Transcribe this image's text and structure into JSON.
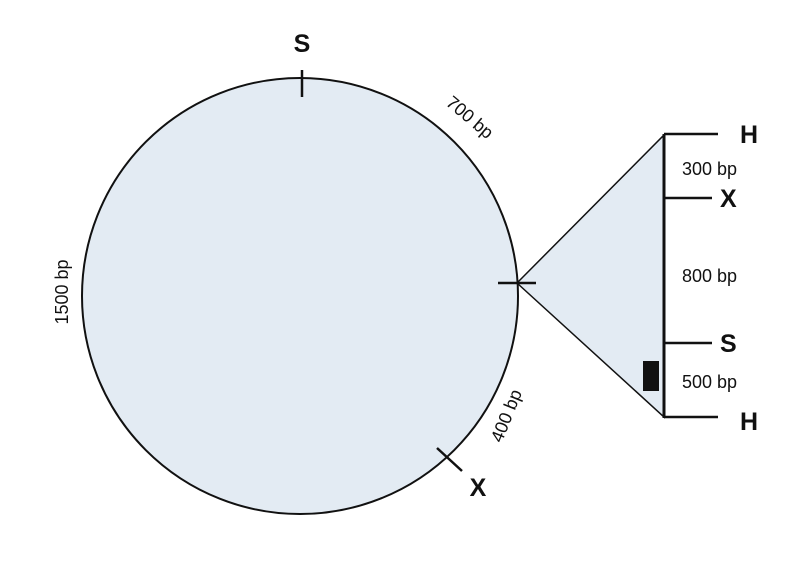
{
  "diagram": {
    "fill_color": "#e3ebf3",
    "stroke_color": "#111111",
    "marker_color": "#111111",
    "plasmid": {
      "sites": {
        "top": "S",
        "bottom": "X"
      },
      "fragments": {
        "top_right": "700 bp",
        "left": "1500 bp",
        "bottom_right": "400 bp"
      }
    },
    "insert": {
      "sites": {
        "first": "H",
        "second": "X",
        "third": "S",
        "fourth": "H"
      },
      "fragments": {
        "first": "300 bp",
        "second": "800 bp",
        "third": "500 bp"
      }
    }
  }
}
